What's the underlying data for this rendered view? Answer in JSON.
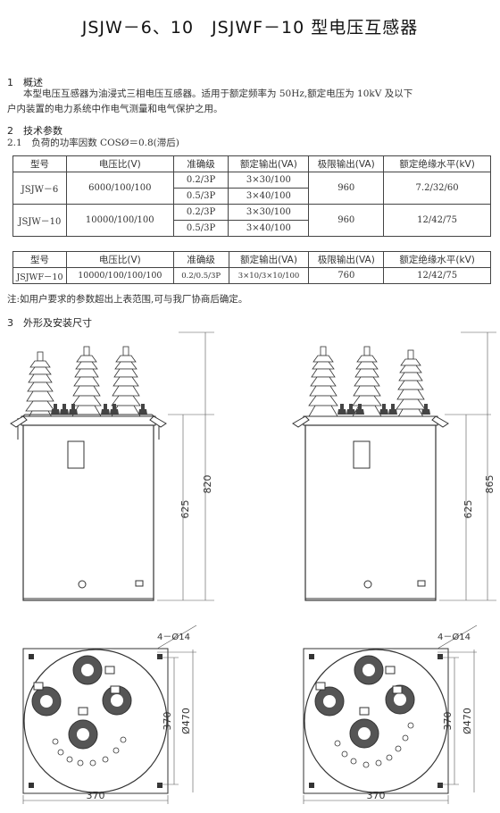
{
  "title": "JSJW－6、10　JSJWF－10 型电压互感器",
  "section1": {
    "heading": "1　概述",
    "body_line1": "本型电压互感器为油浸式三相电压互感器。适用于额定频率为 50Hz,额定电压为 10kV 及以下",
    "body_line2": "户内装置的电力系统中作电气测量和电气保护之用。"
  },
  "section2": {
    "heading": "2　技术参数",
    "sub": "2.1　负荷的功率因数 COSØ＝0.8(滞后)"
  },
  "table1": {
    "headers": [
      "型号",
      "电压比(V)",
      "准确级",
      "额定输出(VA)",
      "极限输出(VA)",
      "额定绝缘水平(kV)"
    ],
    "rows": [
      {
        "model": "JSJW－6",
        "ratio": "6000/100/100",
        "acc1": "0.2/3P",
        "out1": "3×30/100",
        "acc2": "0.5/3P",
        "out2": "3×40/100",
        "limit": "960",
        "insulation": "7.2/32/60"
      },
      {
        "model": "JSJW－10",
        "ratio": "10000/100/100",
        "acc1": "0.2/3P",
        "out1": "3×30/100",
        "acc2": "0.5/3P",
        "out2": "3×40/100",
        "limit": "960",
        "insulation": "12/42/75"
      }
    ]
  },
  "table2": {
    "headers": [
      "型号",
      "电压比(V)",
      "准确级",
      "额定输出(VA)",
      "极限输出(VA)",
      "额定绝缘水平(kV)"
    ],
    "row": {
      "model": "JSJWF－10",
      "ratio": "10000/100/100/100",
      "acc": "0.2/0.5/3P",
      "out": "3×10/3×10/100",
      "limit": "760",
      "insulation": "12/42/75"
    }
  },
  "note": "注:如用户要求的参数超出上表范围,可与我厂协商后确定。",
  "section3": {
    "heading": "3　外形及安装尺寸"
  },
  "drawings": {
    "left": {
      "dim_total": "820",
      "dim_body": "625"
    },
    "right": {
      "dim_total": "865",
      "dim_body": "625"
    },
    "plan": {
      "holes": "4－Ø14",
      "inner": "370",
      "diameter": "Ø470",
      "width": "370"
    }
  }
}
